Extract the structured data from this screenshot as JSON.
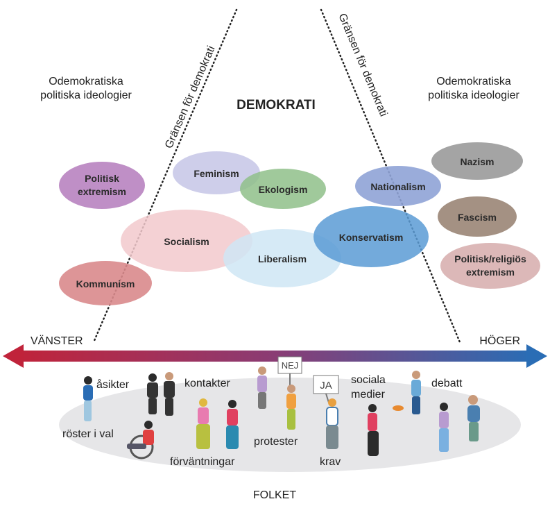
{
  "header": {
    "center_title": "DEMOKRATI",
    "left_label_line1": "Odemokratiska",
    "left_label_line2": "politiska ideologier",
    "right_label_line1": "Odemokratiska",
    "right_label_line2": "politiska ideologier",
    "left_boundary": "Gränsen för demokrati",
    "right_boundary": "Gränsen för demokrati"
  },
  "ideologies": {
    "politisk_extremism_1": "Politisk",
    "politisk_extremism_2": "extremism",
    "feminism": "Feminism",
    "ekologism": "Ekologism",
    "socialism": "Socialism",
    "liberalism": "Liberalism",
    "kommunism": "Kommunism",
    "nationalism": "Nationalism",
    "konservatism": "Konservatism",
    "nazism": "Nazism",
    "fascism": "Fascism",
    "relig_extremism_1": "Politisk/religiös",
    "relig_extremism_2": "extremism"
  },
  "axis": {
    "left": "VÄNSTER",
    "right": "HÖGER",
    "left_color": "#c0233a",
    "right_color": "#2a6db5"
  },
  "people": {
    "asikter": "åsikter",
    "kontakter": "kontakter",
    "sociala": "sociala",
    "medier": "medier",
    "debatt": "debatt",
    "roster": "röster i val",
    "forvantningar": "förväntningar",
    "protester": "protester",
    "krav": "krav",
    "sign_nej": "NEJ",
    "sign_ja": "JA"
  },
  "footer": {
    "folket": "FOLKET"
  },
  "colors": {
    "politisk_extremism": "#b883c0",
    "feminism": "#c9c9e8",
    "ekologism": "#8fbf8a",
    "socialism": "#f2c9cc",
    "liberalism": "#cfe6f4",
    "kommunism": "#d98a8c",
    "nationalism": "#8fa3d6",
    "konservatism": "#5b9bd5",
    "nazism": "#9a9a9a",
    "fascism": "#9a8576",
    "relig_extremism": "#d8b0b0"
  }
}
